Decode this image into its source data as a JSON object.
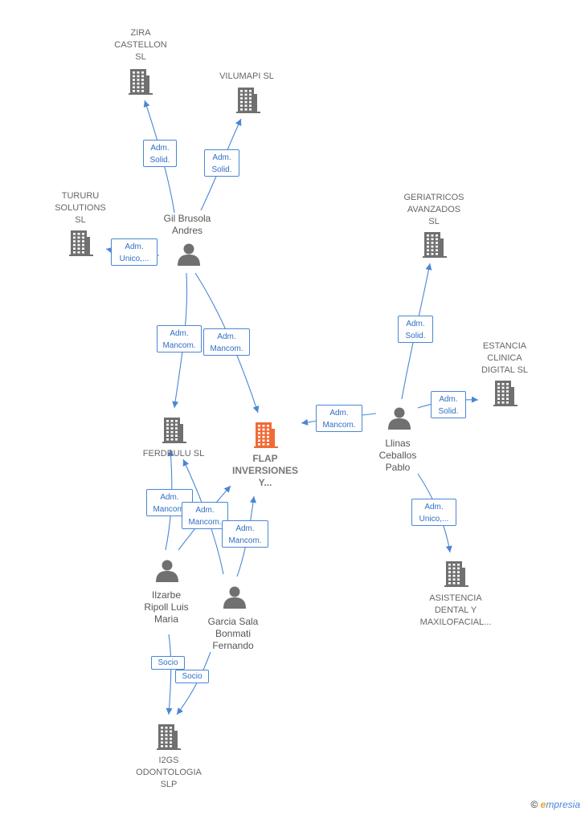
{
  "companies": [
    {
      "id": "zira",
      "name": "ZIRA\nCASTELLON\nSL",
      "color": "#707070"
    },
    {
      "id": "vilumapi",
      "name": "VILUMAPI  SL",
      "color": "#707070"
    },
    {
      "id": "tururu",
      "name": "TURURU\nSOLUTIONS\nSL",
      "color": "#707070"
    },
    {
      "id": "geriatricos",
      "name": "GERIATRICOS\nAVANZADOS\nSL",
      "color": "#707070"
    },
    {
      "id": "estancia",
      "name": "ESTANCIA\nCLINICA\nDIGITAL  SL",
      "color": "#707070"
    },
    {
      "id": "ferdrulu",
      "name": "FERDRULU  SL",
      "color": "#707070"
    },
    {
      "id": "flap",
      "name": "FLAP\nINVERSIONES\nY...",
      "color": "#f06a35",
      "focus": true
    },
    {
      "id": "asistencia",
      "name": "ASISTENCIA\nDENTAL Y\nMAXILOFACIAL...",
      "color": "#707070"
    },
    {
      "id": "i2gs",
      "name": "I2GS\nODONTOLOGIA\nSLP",
      "color": "#707070"
    }
  ],
  "persons": [
    {
      "id": "gil",
      "name": "Gil Brusola\nAndres"
    },
    {
      "id": "llinas",
      "name": "Llinas\nCeballos\nPablo"
    },
    {
      "id": "ilzarbe",
      "name": "Ilzarbe\nRipoll Luis\nMaria"
    },
    {
      "id": "garcia",
      "name": "Garcia Sala\nBonmati\nFernando"
    }
  ],
  "edges": [
    {
      "from": "gil",
      "to": "zira",
      "label": "Adm.\nSolid."
    },
    {
      "from": "gil",
      "to": "vilumapi",
      "label": "Adm.\nSolid."
    },
    {
      "from": "gil",
      "to": "tururu",
      "label": "Adm.\nUnico,..."
    },
    {
      "from": "gil",
      "to": "ferdrulu",
      "label": "Adm.\nMancom."
    },
    {
      "from": "gil",
      "to": "flap",
      "label": "Adm.\nMancom."
    },
    {
      "from": "llinas",
      "to": "geriatricos",
      "label": "Adm.\nSolid."
    },
    {
      "from": "llinas",
      "to": "estancia",
      "label": "Adm.\nSolid."
    },
    {
      "from": "llinas",
      "to": "flap",
      "label": "Adm.\nMancom."
    },
    {
      "from": "llinas",
      "to": "asistencia",
      "label": "Adm.\nUnico,..."
    },
    {
      "from": "ilzarbe",
      "to": "ferdrulu",
      "label": "Adm.\nMancom."
    },
    {
      "from": "ilzarbe",
      "to": "flap",
      "label": "Adm.\nMancom."
    },
    {
      "from": "garcia",
      "to": "ferdrulu",
      "label": ""
    },
    {
      "from": "garcia",
      "to": "flap",
      "label": "Adm.\nMancom."
    },
    {
      "from": "ilzarbe",
      "to": "i2gs",
      "label": "Socio"
    },
    {
      "from": "garcia",
      "to": "i2gs",
      "label": "Socio"
    }
  ],
  "footer": {
    "copyright": "©",
    "brand_initial": "e",
    "brand_rest": "mpresia"
  },
  "colors": {
    "edge": "#4a86d4",
    "company": "#707070",
    "focus": "#f06a35",
    "person": "#707070"
  }
}
